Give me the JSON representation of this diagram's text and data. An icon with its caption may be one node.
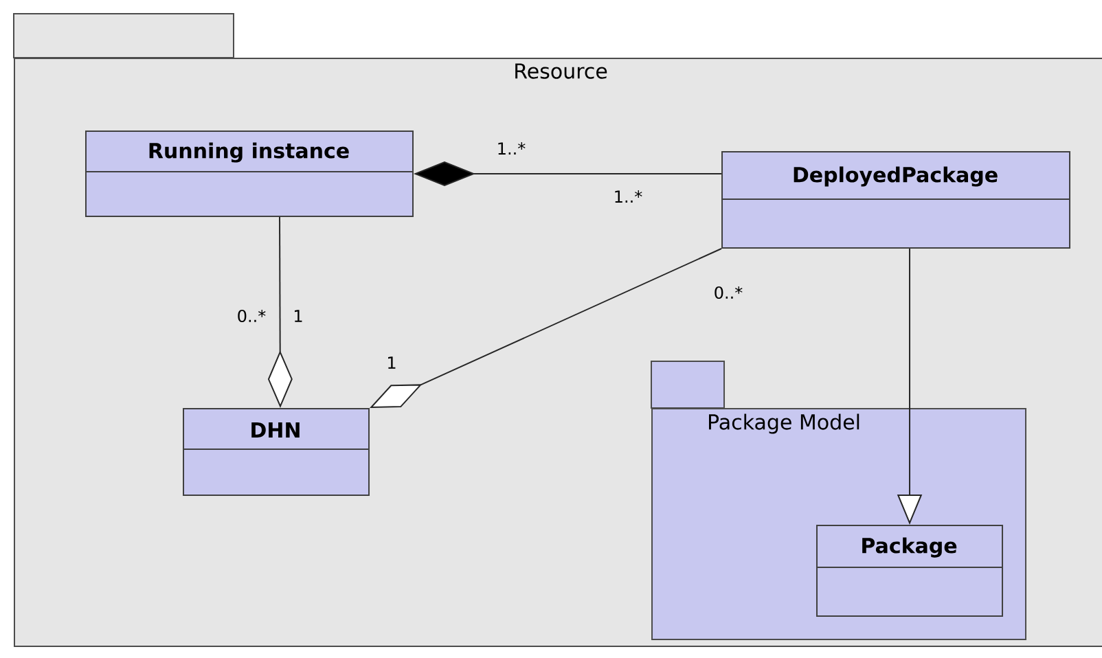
{
  "diagram": {
    "nodes": [
      {
        "text": [
          "Resource"
        ]
      },
      {
        "text": [
          "Running instance"
        ],
        "in": 0
      },
      {
        "text": [
          "DeployedPackage"
        ],
        "in": 0
      },
      {
        "text": [
          "DHN"
        ],
        "in": 0
      },
      {
        "text": [
          "Package Model"
        ],
        "in": 0
      },
      {
        "text": [
          "Package"
        ],
        "in": 4
      }
    ],
    "edges": [
      {
        "from": 2,
        "to": 1,
        "arrow": "other"
      },
      {
        "from": 1,
        "to": 3,
        "arrow": "other"
      },
      {
        "from": 2,
        "to": 3,
        "arrow": "other"
      },
      {
        "from": 2,
        "to": 5,
        "arrow": "to"
      }
    ],
    "labels": [
      "1..*",
      "1..*",
      "0..*",
      "1",
      "0..*",
      "1"
    ]
  }
}
